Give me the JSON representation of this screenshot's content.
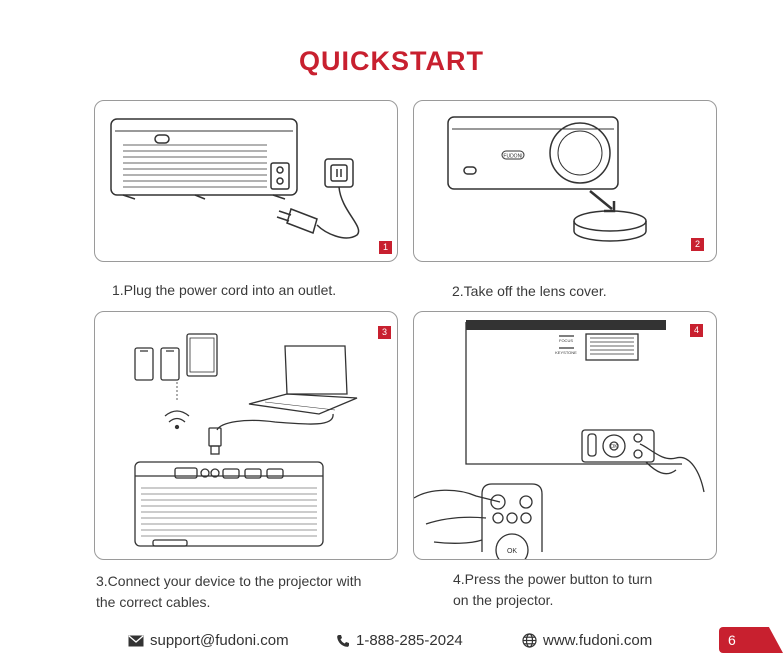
{
  "page": {
    "title": "QUICKSTART",
    "page_number": "6"
  },
  "steps": [
    {
      "badge": "1",
      "caption": "1.Plug the power cord into an outlet."
    },
    {
      "badge": "2",
      "caption": "2.Take off the lens cover."
    },
    {
      "badge": "3",
      "caption_lines": [
        "3.Connect your device to the projector with",
        "the correct cables."
      ]
    },
    {
      "badge": "4",
      "caption_lines": [
        "4.Press the power button to turn",
        "on the projector."
      ]
    }
  ],
  "illustration_text": {
    "brand_mark": "FUDONI",
    "focus_label": "FOCUS",
    "keystone_label": "KEYSTONE",
    "remote_ok": "OK",
    "panel_ok": "OK"
  },
  "footer": {
    "email": "support@fudoni.com",
    "phone": "1-888-285-2024",
    "website": "www.fudoni.com"
  },
  "colors": {
    "accent": "#c8202f",
    "line_art": "#333333",
    "panel_border": "#9a9a9a"
  },
  "icons": {
    "email": "mail-icon",
    "phone": "phone-icon",
    "website": "globe-icon"
  }
}
